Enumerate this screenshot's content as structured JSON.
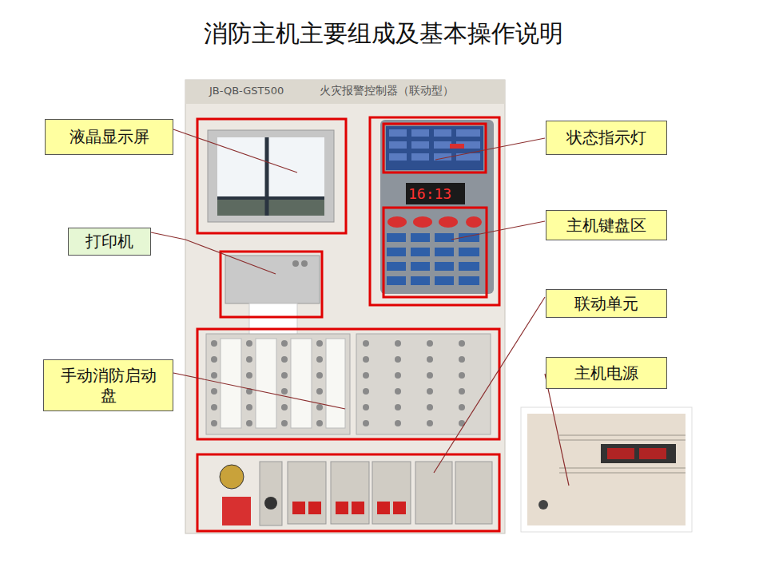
{
  "diagram": {
    "title": "消防主机主要组成及基本操作说明",
    "nodes": [
      {
        "text": [
          "液晶显示屏"
        ]
      },
      {
        "text": [
          "打印机"
        ]
      },
      {
        "text": [
          "手动消防启动盘"
        ]
      },
      {
        "text": [
          "状态指示灯"
        ]
      },
      {
        "text": [
          "主机键盘区"
        ]
      },
      {
        "text": [
          "联动单元"
        ]
      },
      {
        "text": [
          "主机电源"
        ]
      }
    ],
    "labels": [
      "JB-QB-GST500",
      "火灾报警控制器（联动型）",
      "16:13"
    ]
  }
}
